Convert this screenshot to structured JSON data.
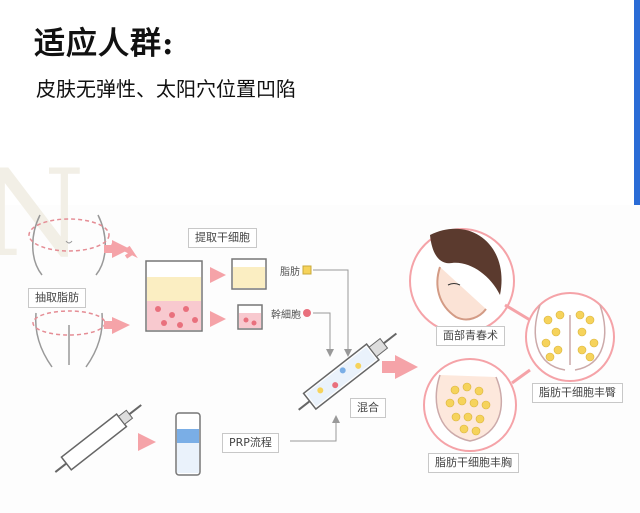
{
  "header": {
    "title": "适应人群:",
    "subtitle": "皮肤无弹性、太阳穴位置凹陷"
  },
  "diagram": {
    "labels": {
      "liposuction": "抽取脂肪",
      "extract_stem_cells": "提取干细胞",
      "fat": "脂肪",
      "stem_cell": "幹細胞",
      "prp_process": "PRP流程",
      "mix": "混合",
      "facial_rejuvenation": "面部青春术",
      "fat_stem_cell_buttock": "脂肪干细胞丰臀",
      "fat_stem_cell_breast": "脂肪干细胞丰胸"
    },
    "colors": {
      "arrow": "#f5a3a8",
      "fat_yellow": "#f6d35b",
      "pink": "#f4b0b8",
      "blue": "#7aaee6",
      "accent_bar": "#2a6cd6"
    }
  }
}
